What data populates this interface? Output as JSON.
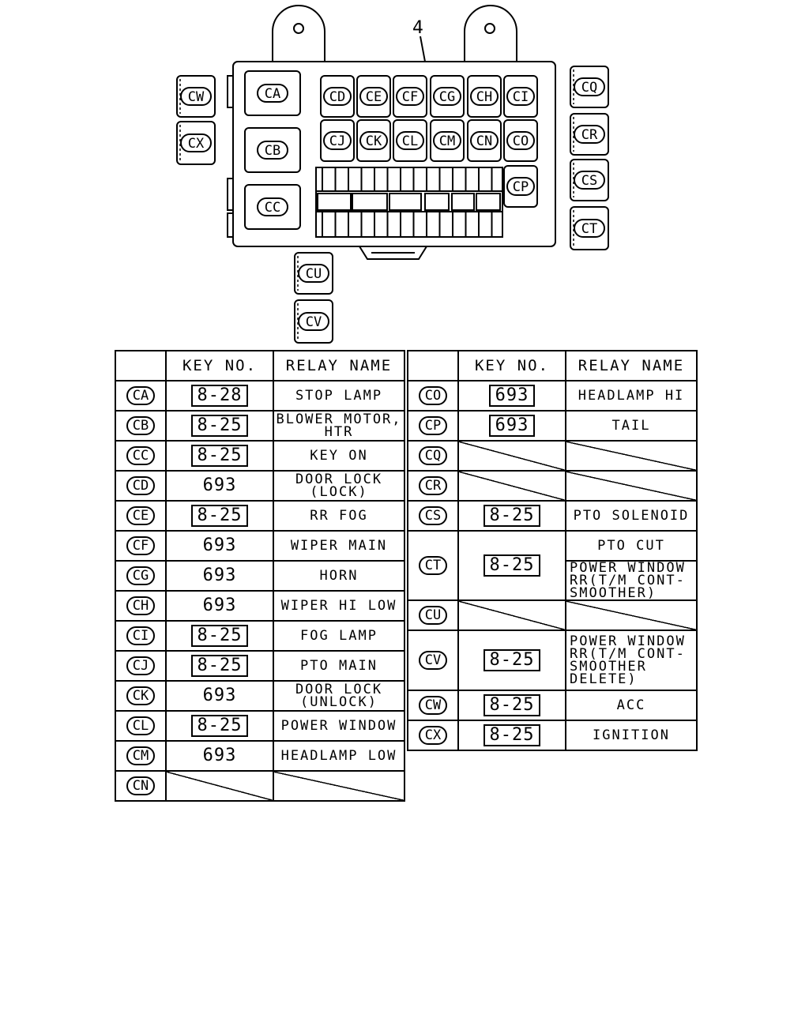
{
  "callout_number": "4",
  "box_labels": {
    "CA": "CA",
    "CB": "CB",
    "CC": "CC",
    "CD": "CD",
    "CE": "CE",
    "CF": "CF",
    "CG": "CG",
    "CH": "CH",
    "CI": "CI",
    "CJ": "CJ",
    "CK": "CK",
    "CL": "CL",
    "CM": "CM",
    "CN": "CN",
    "CO": "CO",
    "CP": "CP",
    "CQ": "CQ",
    "CR": "CR",
    "CS": "CS",
    "CT": "CT",
    "CU": "CU",
    "CV": "CV",
    "CW": "CW",
    "CX": "CX"
  },
  "headers": {
    "key_no": "KEY NO.",
    "relay_name": "RELAY NAME"
  },
  "left_table": [
    {
      "code": "CA",
      "key": "8-28",
      "boxed": true,
      "name": "STOP LAMP"
    },
    {
      "code": "CB",
      "key": "8-25",
      "boxed": true,
      "name": "BLOWER MOTOR, HTR"
    },
    {
      "code": "CC",
      "key": "8-25",
      "boxed": true,
      "name": "KEY ON"
    },
    {
      "code": "CD",
      "key": "693",
      "boxed": false,
      "name": "DOOR LOCK (LOCK)"
    },
    {
      "code": "CE",
      "key": "8-25",
      "boxed": true,
      "name": "RR FOG"
    },
    {
      "code": "CF",
      "key": "693",
      "boxed": false,
      "name": "WIPER MAIN"
    },
    {
      "code": "CG",
      "key": "693",
      "boxed": false,
      "name": "HORN"
    },
    {
      "code": "CH",
      "key": "693",
      "boxed": false,
      "name": "WIPER HI LOW"
    },
    {
      "code": "CI",
      "key": "8-25",
      "boxed": true,
      "name": "FOG LAMP"
    },
    {
      "code": "CJ",
      "key": "8-25",
      "boxed": true,
      "name": "PTO MAIN"
    },
    {
      "code": "CK",
      "key": "693",
      "boxed": false,
      "name": "DOOR LOCK (UNLOCK)"
    },
    {
      "code": "CL",
      "key": "8-25",
      "boxed": true,
      "name": "POWER WINDOW"
    },
    {
      "code": "CM",
      "key": "693",
      "boxed": false,
      "name": "HEADLAMP LOW"
    },
    {
      "code": "CN",
      "key": "",
      "boxed": false,
      "name": ""
    }
  ],
  "right_table": [
    {
      "code": "CO",
      "key": "693",
      "name": "HEADLAMP HI"
    },
    {
      "code": "CP",
      "key": "693",
      "name": "TAIL"
    },
    {
      "code": "CQ",
      "key": "",
      "name": ""
    },
    {
      "code": "CR",
      "key": "",
      "name": ""
    },
    {
      "code": "CS",
      "key": "8-25",
      "name": "PTO SOLENOID"
    },
    {
      "code": "CT",
      "key": "8-25",
      "name": "PTO CUT",
      "name2": "POWER WINDOW RR(T/M CONT- SMOOTHER)"
    },
    {
      "code": "CU",
      "key": "",
      "name": ""
    },
    {
      "code": "CV",
      "key": "8-25",
      "name": "POWER WINDOW RR(T/M CONT- SMOOTHER DELETE)"
    },
    {
      "code": "CW",
      "key": "8-25",
      "name": "ACC"
    },
    {
      "code": "CX",
      "key": "8-25",
      "name": "IGNITION"
    }
  ]
}
